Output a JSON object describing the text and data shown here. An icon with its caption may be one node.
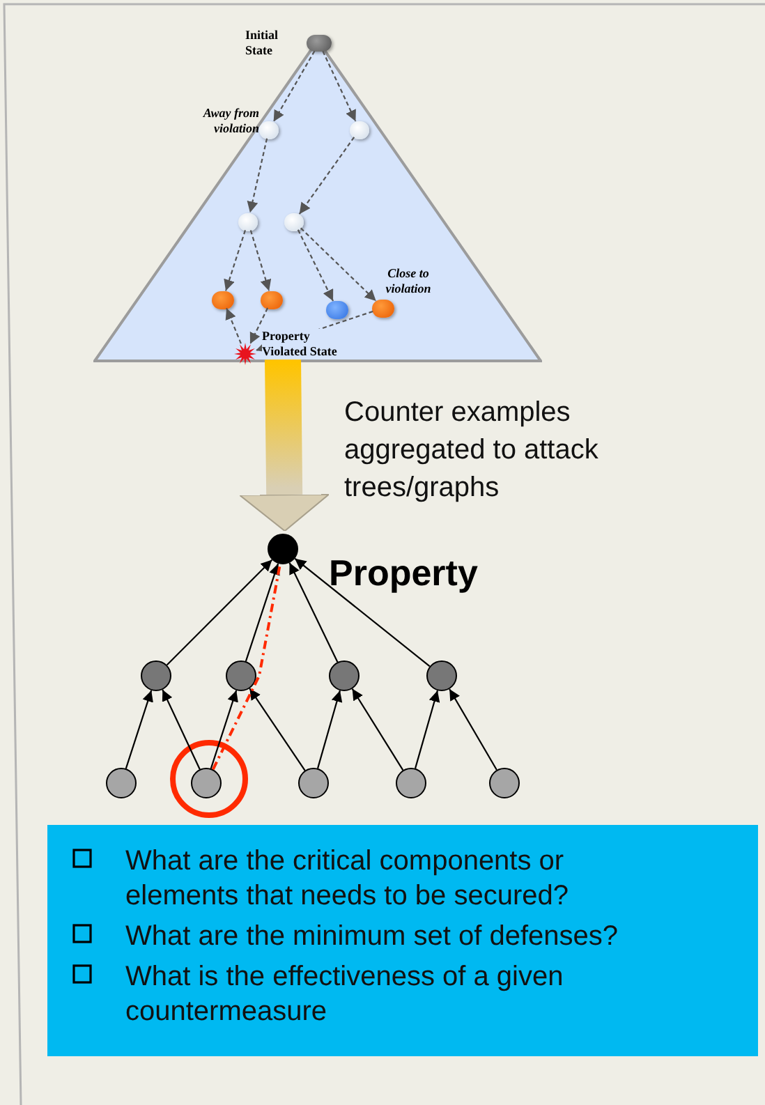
{
  "diagram": {
    "nodes": [
      {
        "text": [],
        "shape": "triangle"
      },
      {
        "text": [],
        "shape": "circle",
        "in": 0,
        "beside": [
          "Initial State"
        ]
      },
      {
        "text": [],
        "shape": "circle",
        "in": 0,
        "beside": [
          "Away from violation"
        ]
      },
      {
        "text": [],
        "shape": "circle",
        "in": 0
      },
      {
        "text": [],
        "shape": "circle",
        "in": 0
      },
      {
        "text": [],
        "shape": "circle",
        "in": 0
      },
      {
        "text": [],
        "shape": "circle",
        "in": 0
      },
      {
        "text": [],
        "shape": "circle",
        "in": 0
      },
      {
        "text": [],
        "shape": "circle",
        "in": 0
      },
      {
        "text": [],
        "shape": "circle",
        "in": 0,
        "beside": [
          "Close to violation"
        ]
      },
      {
        "text": [],
        "shape": "star",
        "in": 0,
        "beside": [
          "Property Violated State"
        ]
      },
      {
        "text": [],
        "shape": "circle",
        "beside": [
          "Property"
        ]
      },
      {
        "text": [],
        "shape": "circle"
      },
      {
        "text": [],
        "shape": "circle"
      },
      {
        "text": [],
        "shape": "circle"
      },
      {
        "text": [],
        "shape": "circle"
      },
      {
        "text": [],
        "shape": "circle"
      },
      {
        "text": [],
        "shape": "circle"
      },
      {
        "text": [],
        "shape": "circle"
      },
      {
        "text": [],
        "shape": "circle"
      },
      {
        "text": [],
        "shape": "circle"
      },
      {
        "text": [
          "What are the critical components or elements that needs to be  secured?",
          "What are the minimum set of defenses?",
          "What is the effectiveness of a given countermeasure"
        ]
      }
    ],
    "edges": [
      {
        "from": 1,
        "to": 2,
        "arrow": "to",
        "style": "dashed",
        "color": "#555555"
      },
      {
        "from": 1,
        "to": 3,
        "arrow": "to",
        "style": "dashed",
        "color": "#555555"
      },
      {
        "from": 2,
        "to": 4,
        "arrow": "to",
        "style": "dashed",
        "color": "#555555"
      },
      {
        "from": 3,
        "to": 5,
        "arrow": "to",
        "style": "dashed",
        "color": "#555555"
      },
      {
        "from": 4,
        "to": 6,
        "arrow": "to",
        "style": "dashed",
        "color": "#555555"
      },
      {
        "from": 4,
        "to": 7,
        "arrow": "to",
        "style": "dashed",
        "color": "#555555"
      },
      {
        "from": 5,
        "to": 8,
        "arrow": "to",
        "style": "dashed",
        "color": "#555555"
      },
      {
        "from": 5,
        "to": 9,
        "arrow": "to",
        "style": "dashed",
        "color": "#555555"
      },
      {
        "from": 10,
        "to": 6,
        "arrow": "to",
        "style": "dashed",
        "color": "#555555"
      },
      {
        "from": 7,
        "to": 10,
        "arrow": "to",
        "style": "dashed",
        "color": "#555555"
      },
      {
        "from": 9,
        "to": 10,
        "arrow": "to",
        "style": "dashed",
        "color": "#555555"
      },
      {
        "from": 0,
        "to": 11,
        "arrow": "to",
        "style": "thick",
        "label": "Counter examples aggregated to attack trees/graphs"
      },
      {
        "from": 12,
        "to": 11,
        "arrow": "to"
      },
      {
        "from": 13,
        "to": 11,
        "arrow": "to"
      },
      {
        "from": 14,
        "to": 11,
        "arrow": "to"
      },
      {
        "from": 15,
        "to": 11,
        "arrow": "to"
      },
      {
        "from": 16,
        "to": 12,
        "arrow": "to"
      },
      {
        "from": 17,
        "to": 12,
        "arrow": "to"
      },
      {
        "from": 17,
        "to": 13,
        "arrow": "to"
      },
      {
        "from": 18,
        "to": 13,
        "arrow": "to"
      },
      {
        "from": 18,
        "to": 14,
        "arrow": "to"
      },
      {
        "from": 19,
        "to": 14,
        "arrow": "to"
      },
      {
        "from": 19,
        "to": 15,
        "arrow": "to"
      },
      {
        "from": 20,
        "to": 15,
        "arrow": "to"
      },
      {
        "from": 17,
        "to": 11,
        "arrow": "none",
        "style": "dashed",
        "color": "#ff2a00"
      }
    ]
  }
}
